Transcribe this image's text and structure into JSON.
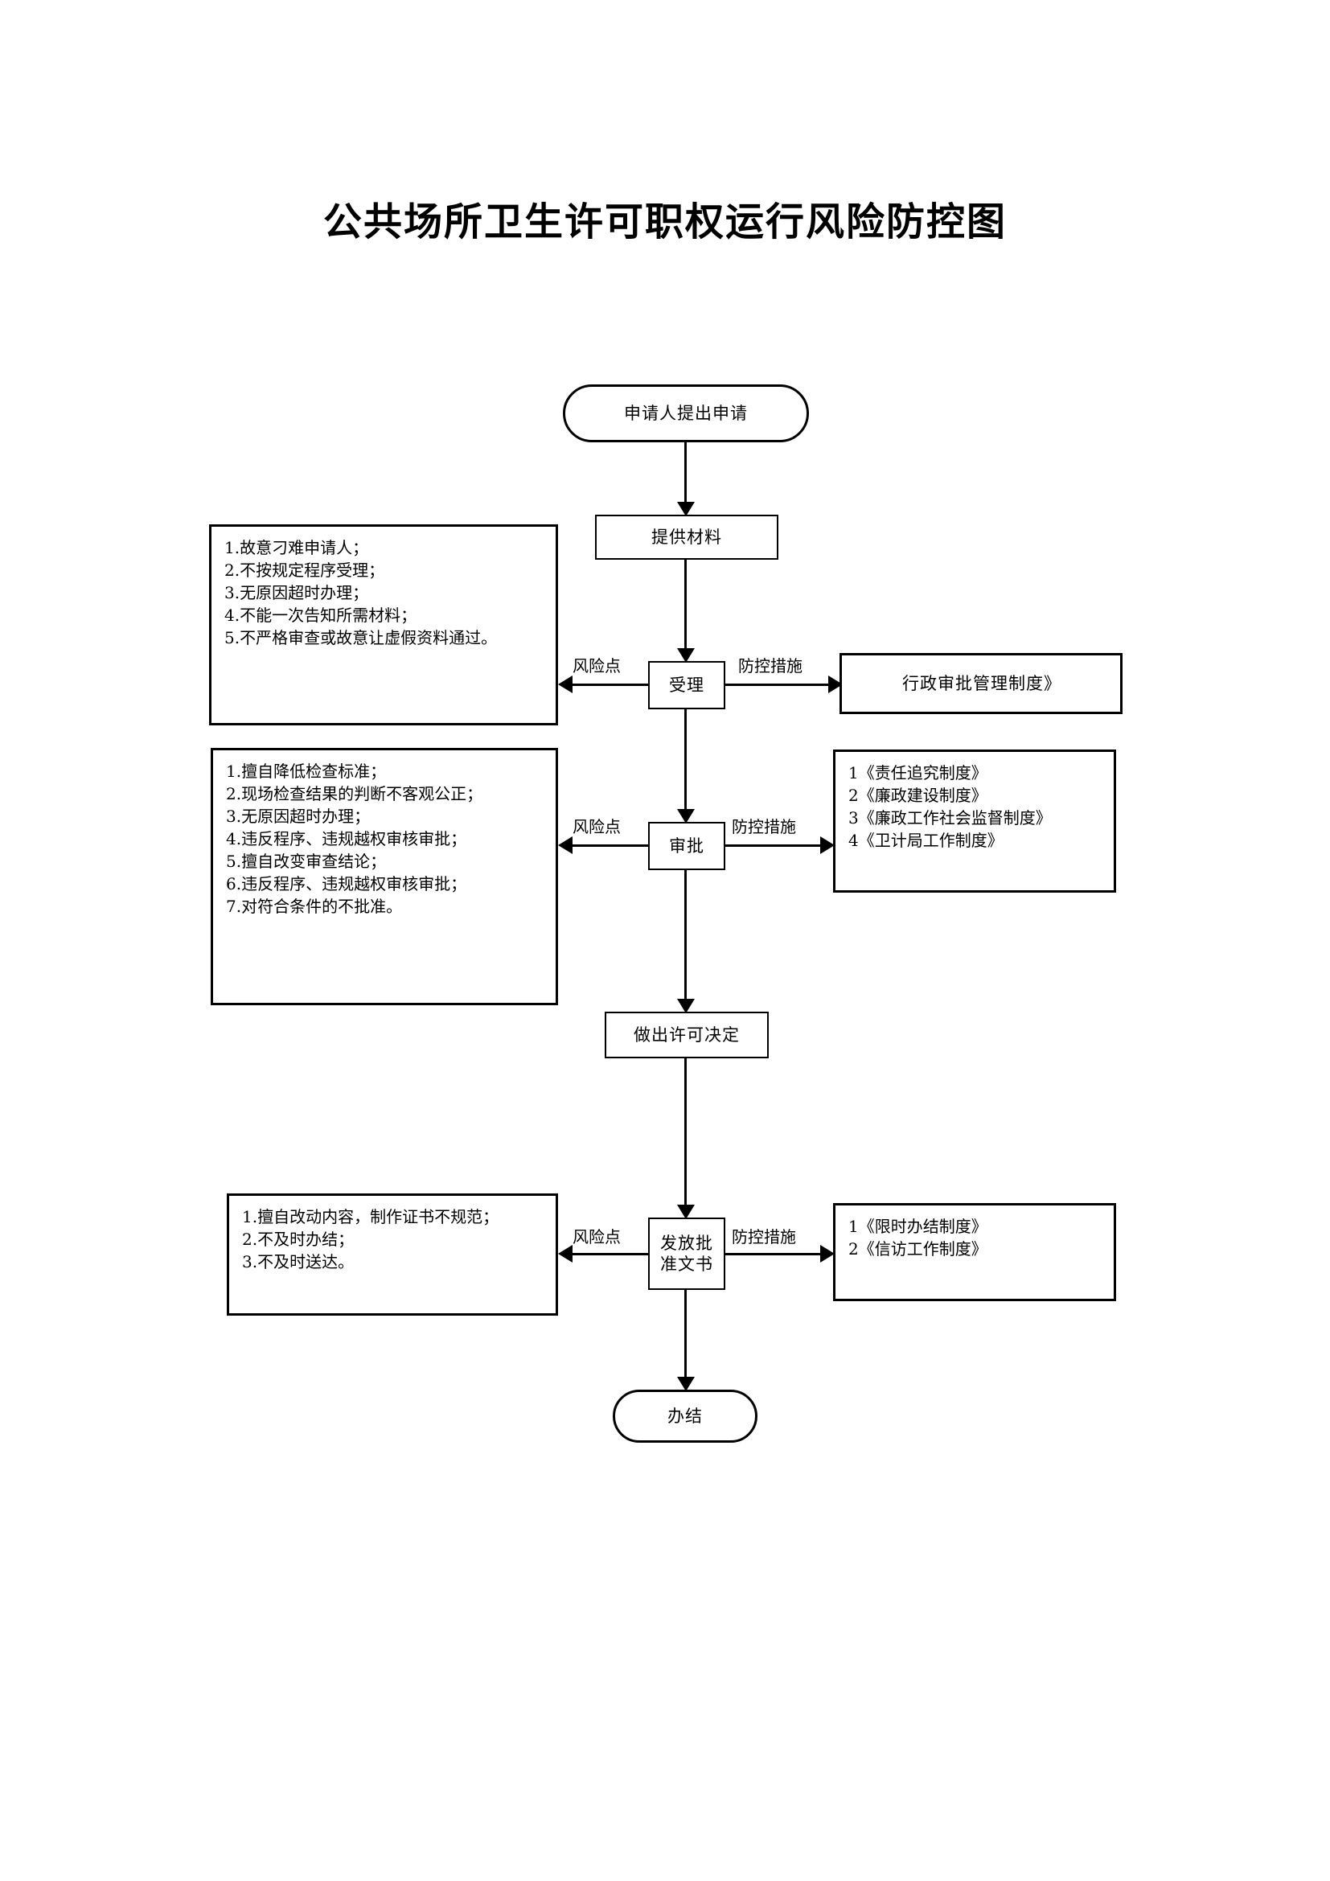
{
  "document": {
    "title": "公共场所卫生许可职权运行风险防控图"
  },
  "flow": {
    "start": {
      "label": "申请人提出申请"
    },
    "materials": {
      "label": "提供材料"
    },
    "accept": {
      "label": "受理"
    },
    "approve": {
      "label": "审批"
    },
    "decision": {
      "label": "做出许可决定"
    },
    "issue_line1": "发放批",
    "issue_line2": "准文书",
    "end": {
      "label": "办结"
    }
  },
  "edge_labels": {
    "risk": "风险点",
    "control": "防控措施"
  },
  "risk_boxes": {
    "accept": {
      "items": [
        "1.故意刁难申请人；",
        "2.不按规定程序受理；",
        "3.无原因超时办理；",
        "4.不能一次告知所需材料；",
        "5.不严格审查或故意让虚假资料通过。"
      ]
    },
    "approve": {
      "items": [
        "1.擅自降低检查标准；",
        "2.现场检查结果的判断不客观公正；",
        "3.无原因超时办理；",
        "4.违反程序、违规越权审核审批；",
        "5.擅自改变审查结论；",
        "6.违反程序、违规越权审核审批；",
        "7.对符合条件的不批准。"
      ]
    },
    "issue": {
      "items": [
        "1.擅自改动内容，制作证书不规范；",
        "2.不及时办结；",
        "3.不及时送达。"
      ]
    }
  },
  "control_boxes": {
    "accept": {
      "items": [
        "行政审批管理制度》"
      ]
    },
    "approve": {
      "items": [
        "1《责任追究制度》",
        "2《廉政建设制度》",
        "3《廉政工作社会监督制度》",
        "4《卫计局工作制度》"
      ]
    },
    "issue": {
      "items": [
        "1《限时办结制度》",
        "2《信访工作制度》"
      ]
    }
  },
  "colors": {
    "stroke": "#000000",
    "background": "#ffffff"
  }
}
